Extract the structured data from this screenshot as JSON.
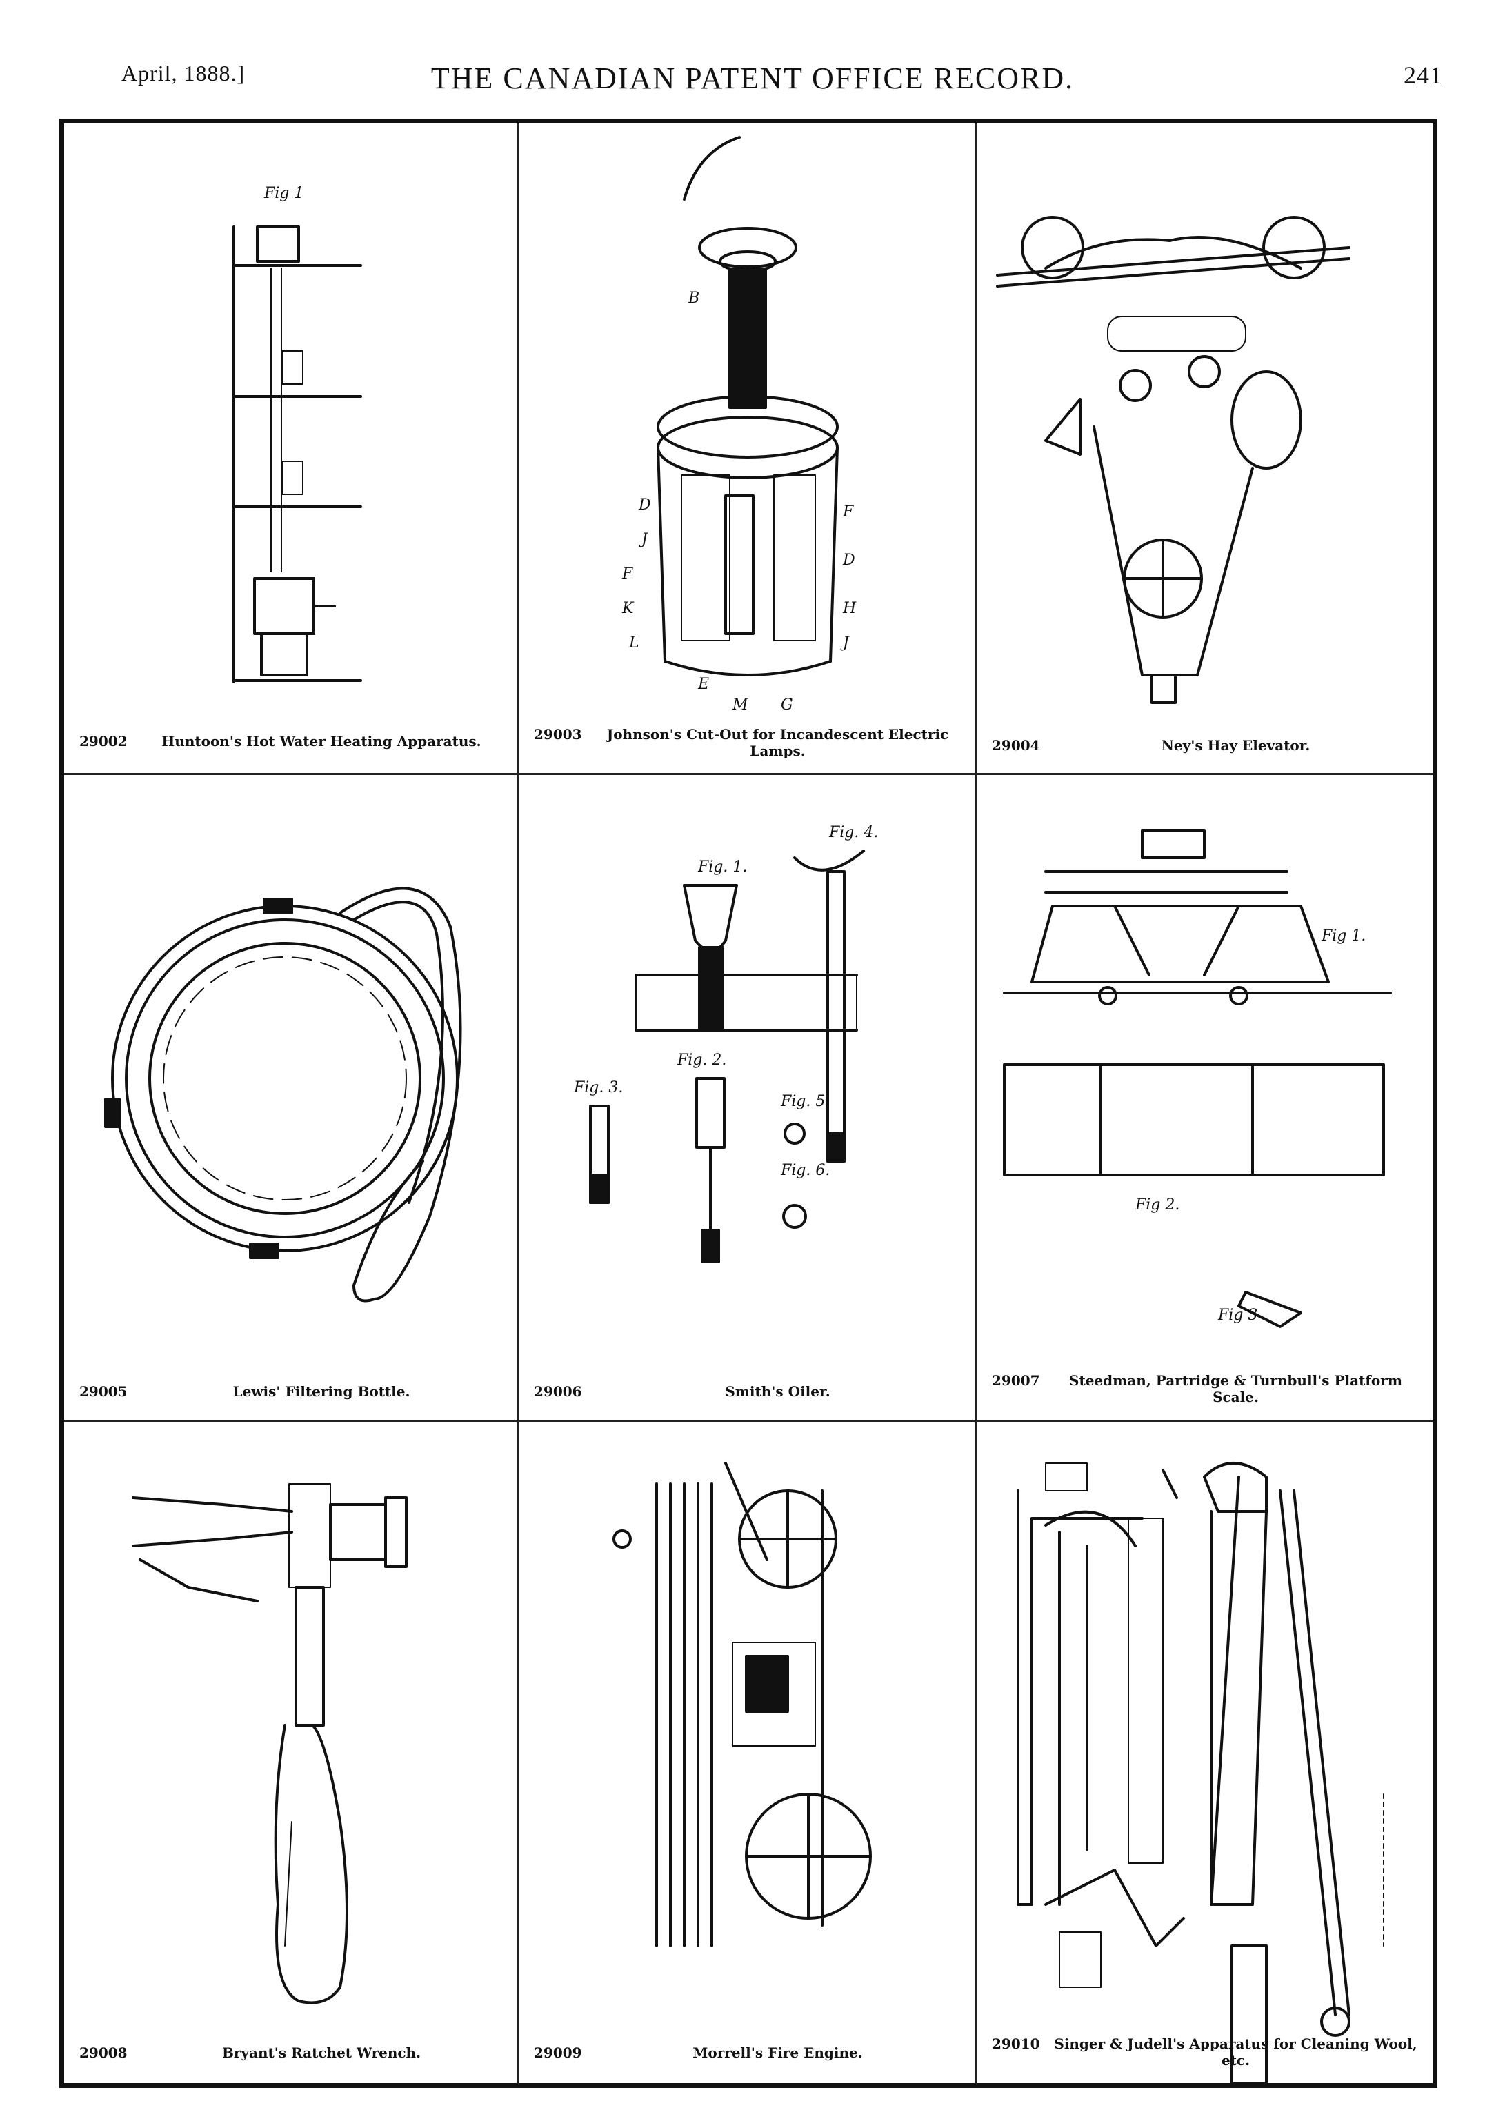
{
  "header": {
    "date": "April, 1888.]",
    "title": "THE CANADIAN PATENT OFFICE RECORD.",
    "page_number": "241"
  },
  "patents": [
    {
      "number": "29002",
      "title": "Huntoon's Hot Water Heating Apparatus."
    },
    {
      "number": "29003",
      "title": "Johnson's Cut-Out for Incandescent Electric Lamps."
    },
    {
      "number": "29004",
      "title": "Ney's Hay Elevator."
    },
    {
      "number": "29005",
      "title": "Lewis' Filtering Bottle."
    },
    {
      "number": "29006",
      "title": "Smith's Oiler."
    },
    {
      "number": "29007",
      "title": "Steedman, Partridge & Turnbull's Platform Scale."
    },
    {
      "number": "29008",
      "title": "Bryant's Ratchet Wrench."
    },
    {
      "number": "29009",
      "title": "Morrell's Fire Engine."
    },
    {
      "number": "29010",
      "title": "Singer & Judell's Apparatus for Cleaning Wool, etc."
    }
  ]
}
